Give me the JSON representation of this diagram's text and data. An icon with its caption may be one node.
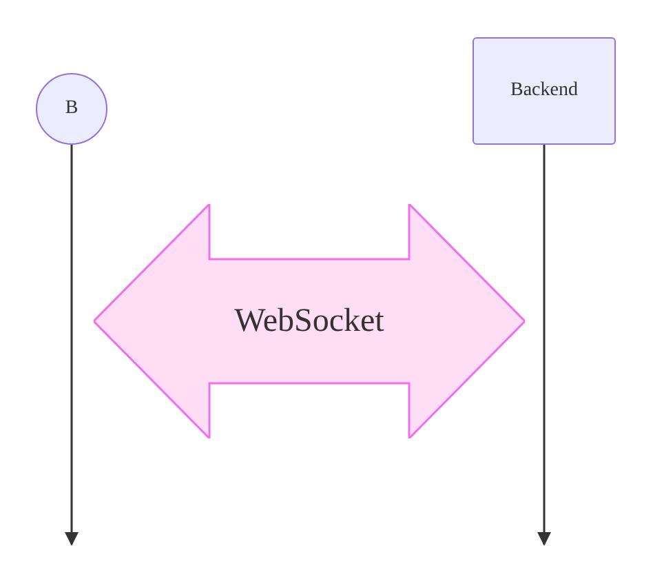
{
  "diagram": {
    "nodes": [
      {
        "text": [
          "B"
        ]
      },
      {
        "text": [
          "Backend"
        ]
      },
      {
        "text": [
          "WebSocket"
        ]
      }
    ],
    "edges": [
      {
        "from": 0,
        "to": null,
        "arrow": "to"
      },
      {
        "from": 1,
        "to": null,
        "arrow": "to"
      }
    ]
  }
}
